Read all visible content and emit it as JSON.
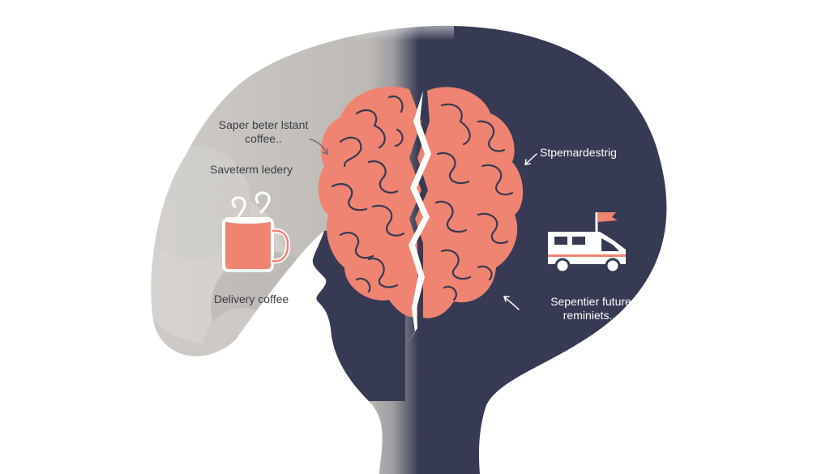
{
  "colors": {
    "background": "#ffffff",
    "head_dark": "#363a52",
    "head_light": "#c9c6c1",
    "brain": "#f08472",
    "brain_lines": "#363a52",
    "crack": "#ffffff",
    "mug": "#f08472"
  },
  "left_labels": {
    "item1_line1": "Saper beter lstant",
    "item1_line2": "coffee..",
    "item2": "Saveterm ledery",
    "item3": "Delivery coffee"
  },
  "right_labels": {
    "item1": "Stpemardestrig",
    "item2_line1": "Sepentier future",
    "item2_line2": "reminiets..."
  },
  "icons": {
    "left": "coffee-mug-icon",
    "right": "delivery-truck-icon",
    "center": "brain-icon"
  }
}
